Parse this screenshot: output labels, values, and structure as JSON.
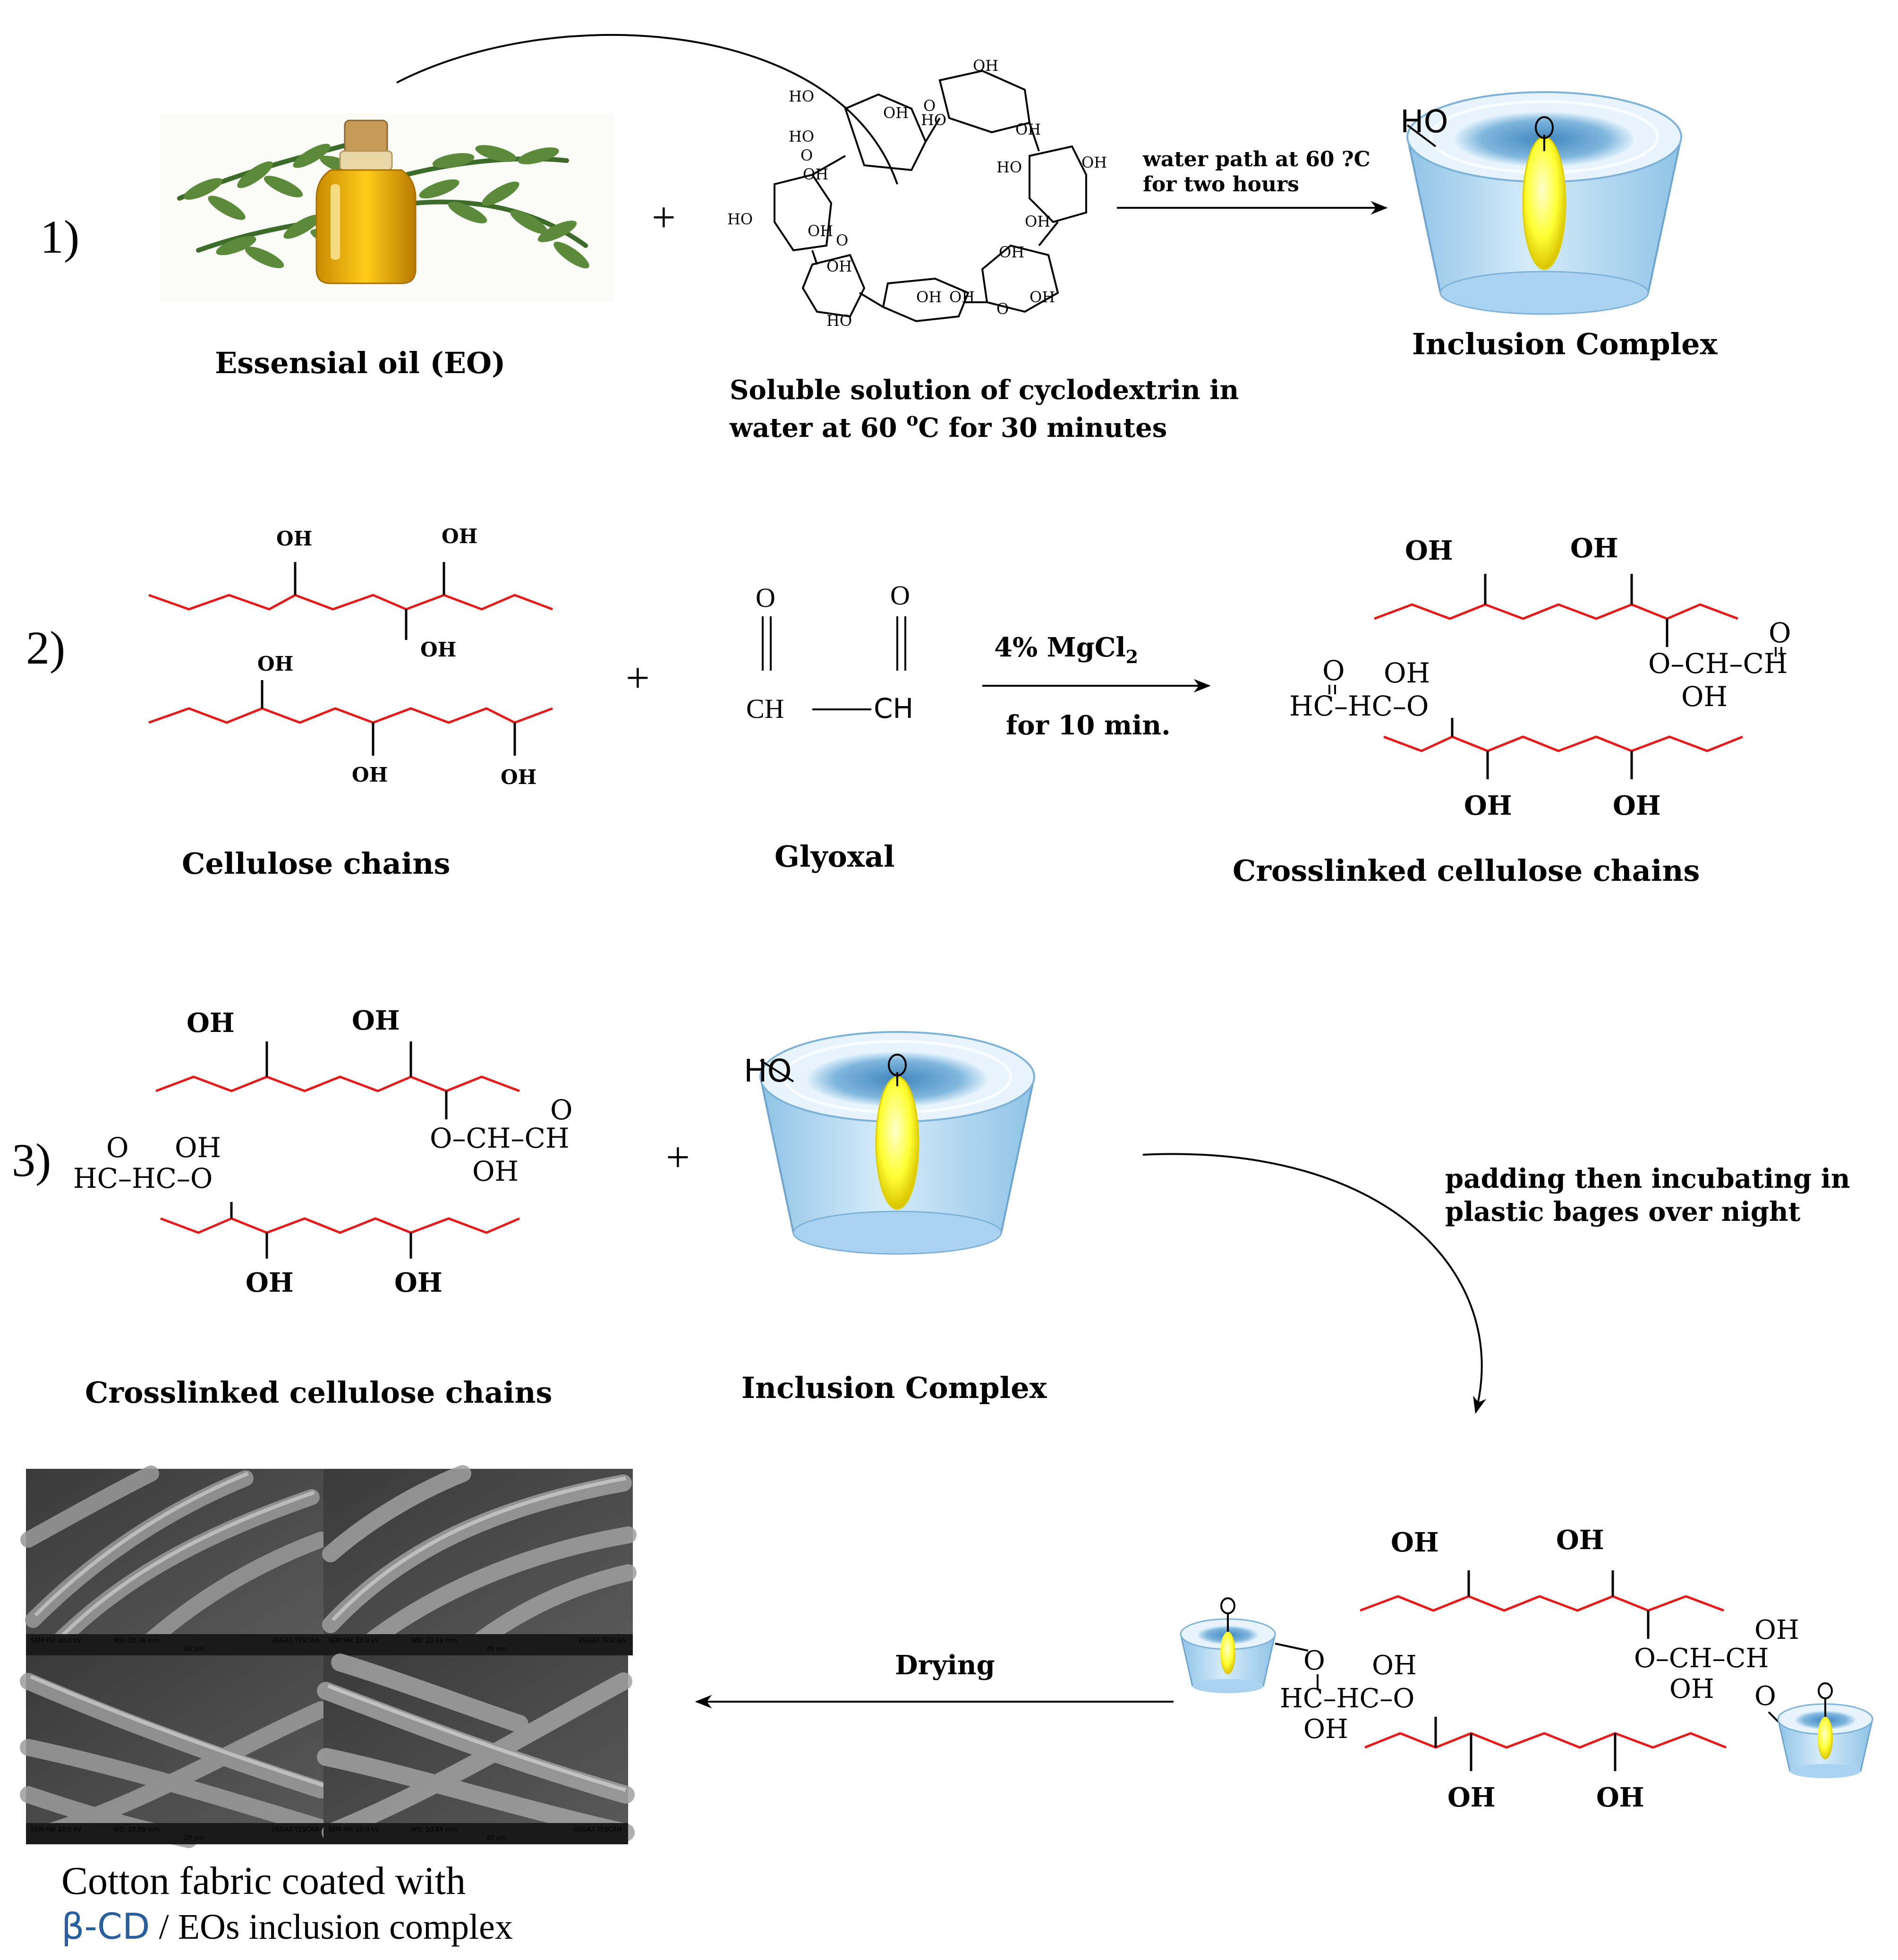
{
  "steps": [
    "1)",
    "2)",
    "3)"
  ],
  "step1": {
    "plus": "+",
    "eo_label": "Essensial oil (EO)",
    "cd_caption_line1": "Soluble solution of cyclodextrin in",
    "cd_caption_line2_a": "water at 60 ",
    "cd_caption_line2_sup": "o",
    "cd_caption_line2_b": "C for 30 minutes",
    "arrow_line1": "water path at 60 ?C",
    "arrow_line2": "for two hours",
    "product_label": "Inclusion Complex",
    "ho_label": "HO",
    "o_label": "O"
  },
  "step2": {
    "plus": "+",
    "reactant1_label": "Cellulose chains",
    "reactant2_label": "Glyoxal",
    "arrow_top_a": "4% MgCl",
    "arrow_top_sub": "2",
    "arrow_bottom": "for 10 min.",
    "product_label": "Crosslinked cellulose chains",
    "oh": "OH",
    "o": "O",
    "ch": "CH"
  },
  "step3": {
    "plus": "+",
    "reactant1_label": "Crosslinked cellulose chains",
    "reactant2_label": "Inclusion Complex",
    "arrow_line1": "padding  then incubating in",
    "arrow_line2": "plastic bages over night",
    "drying_label": "Drying",
    "final_line1": "Cotton fabric coated with",
    "final_line2_cd": "β-CD",
    "final_line2_rest": " / EOs inclusion complex"
  },
  "sem_panels": [
    {
      "info_a": "SEM HV: 20.0 kV",
      "info_b": "WD: 20.76 mm",
      "info_c": "VEGA3 TESCAN",
      "scale": "20 μm"
    },
    {
      "info_a": "SEM HV: 20.0 kV",
      "info_b": "WD: 20.99 mm",
      "info_c": "VEGA3 TESCAN",
      "scale": "20 μm"
    },
    {
      "info_a": "SEM HV: 20.0 kV",
      "info_b": "WD: 20.88 mm",
      "info_c": "VEGA3 TESCAN",
      "scale": "20 μm"
    },
    {
      "info_a": "SEM HV: 20.0 kV",
      "info_b": "WD: 20.84 mm",
      "info_c": "VEGA3 TESCAN",
      "scale": "20 μm"
    }
  ],
  "colors": {
    "chain": "#e31b1b",
    "guest": "#ffff33",
    "host": "#b9dcf2"
  }
}
